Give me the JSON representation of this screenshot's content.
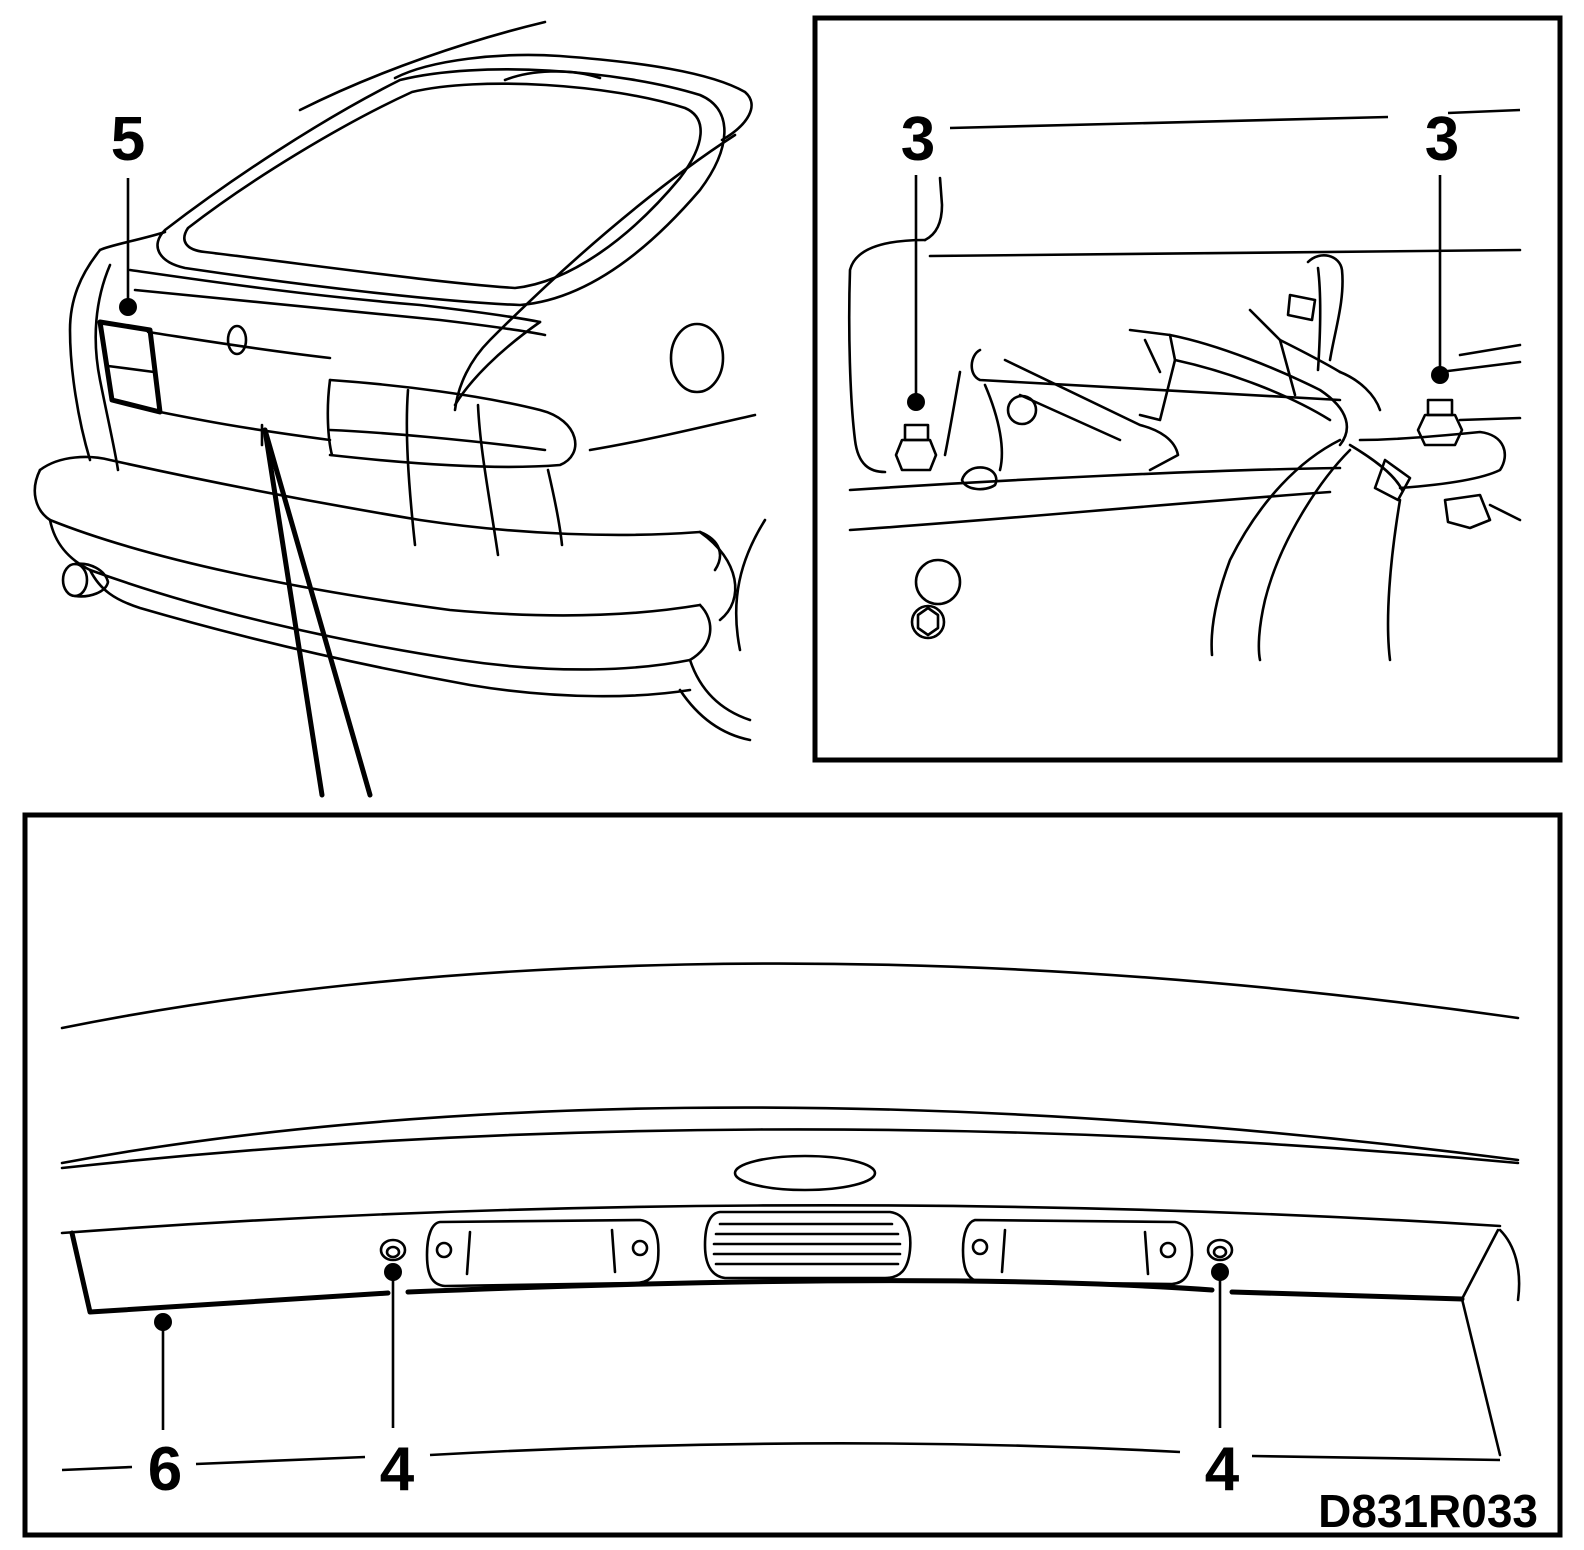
{
  "callouts": {
    "c5": "5",
    "c3_left": "3",
    "c3_right": "3",
    "c6": "6",
    "c4_left": "4",
    "c4_right": "4"
  },
  "figure_code": "D831R033"
}
